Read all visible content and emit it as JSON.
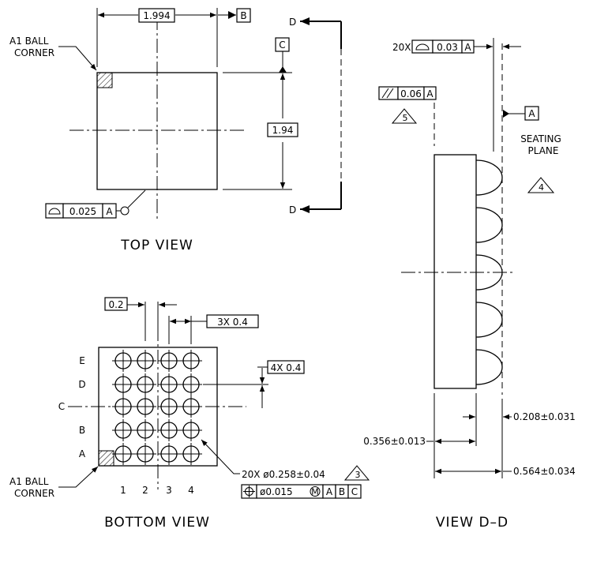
{
  "top_view": {
    "title": "TOP VIEW",
    "a1_label_line1": "A1 BALL",
    "a1_label_line2": "CORNER",
    "dim_width": "1.994",
    "datum_b": "B",
    "datum_c": "C",
    "dim_height": "1.94",
    "profile_tol": "0.025",
    "profile_datum": "A",
    "section_letter_top": "D",
    "section_letter_bottom": "D"
  },
  "bottom_view": {
    "title": "BOTTOM VIEW",
    "a1_label_line1": "A1 BALL",
    "a1_label_line2": "CORNER",
    "dim_offset": "0.2",
    "dim_col_pitch": "3X 0.4",
    "dim_row_pitch": "4X 0.4",
    "rows": [
      "E",
      "D",
      "C",
      "B",
      "A"
    ],
    "cols": [
      "1",
      "2",
      "3",
      "4"
    ],
    "ball_note": "20X ø0.258±0.04",
    "ball_note_flag": "3",
    "position_tol": "ø0.015",
    "position_modifier": "M",
    "position_datums": [
      "A",
      "B",
      "C"
    ]
  },
  "side_view": {
    "title": "VIEW D–D",
    "coplanarity_count": "20X",
    "coplanarity_tol": "0.03",
    "coplanarity_datum": "A",
    "parallel_tol": "0.06",
    "parallel_datum": "A",
    "parallel_flag": "5",
    "datum_a": "A",
    "seating_line1": "SEATING",
    "seating_line2": "PLANE",
    "seating_flag": "4",
    "dim_ball_height": "0.208±0.031",
    "dim_body_thickness": "0.356±0.013",
    "dim_total_height": "0.564±0.034"
  }
}
